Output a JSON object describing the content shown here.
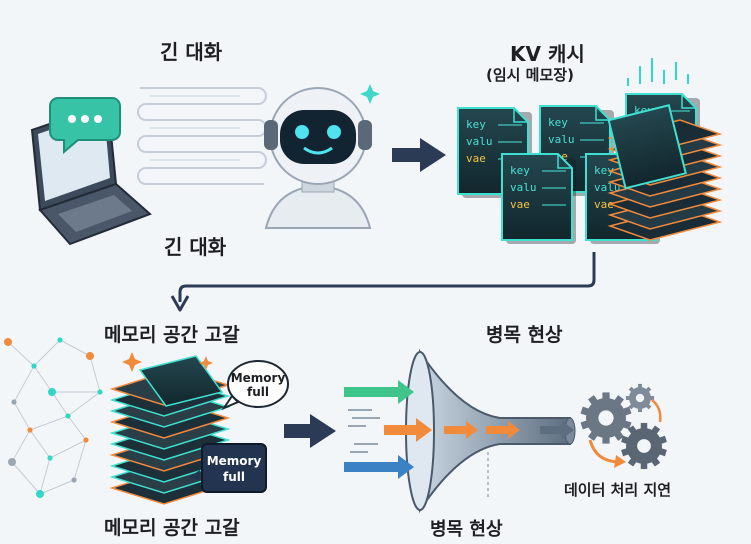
{
  "labels": {
    "long_conversation_top": "긴 대화",
    "long_conversation_bottom": "긴 대화",
    "kv_cache": "KV 캐시",
    "kv_cache_sub": "(임시 메모장)",
    "memory_exhaustion_top": "메모리 공간 고갈",
    "memory_exhaustion_bottom": "메모리 공간 고갈",
    "bottleneck_top": "병목 현상",
    "bottleneck_bottom": "병목 현상",
    "processing_delay": "데이터 처리 지연"
  },
  "bubbles": {
    "memory_full_1": [
      "Memory",
      "full"
    ],
    "memory_full_2": [
      "Memory",
      "full"
    ]
  },
  "cache_doc": {
    "lines": [
      "key",
      "valu",
      "vae"
    ]
  },
  "colors": {
    "teal": "#34d6c8",
    "navy": "#2b3a55",
    "orange": "#f28a3c",
    "green": "#3fc48b",
    "blue": "#3b82c4"
  }
}
